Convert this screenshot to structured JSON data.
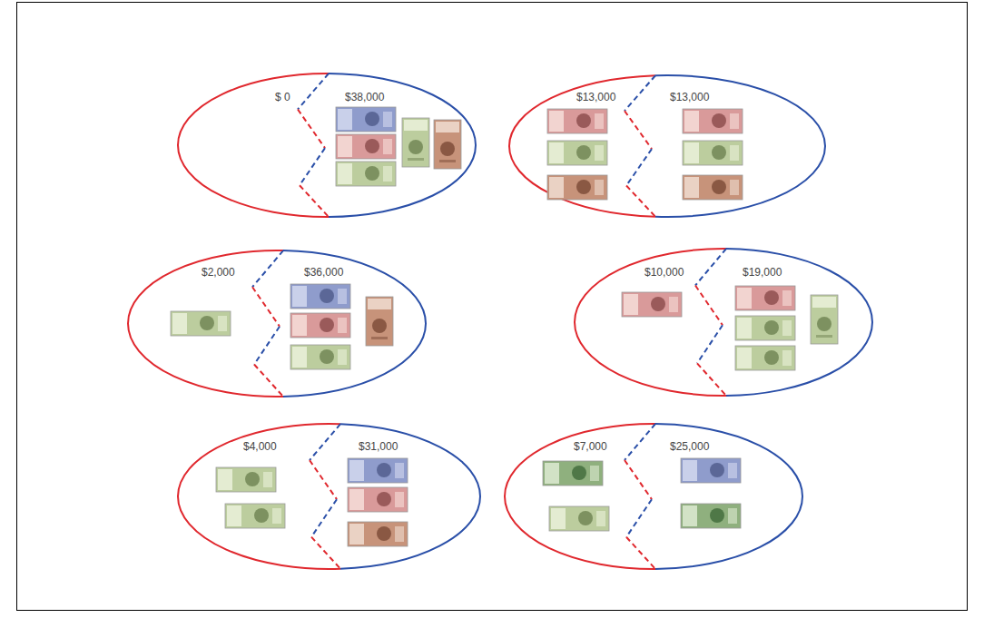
{
  "diagram": {
    "nodes": [
      {
        "text": [
          "$ 0",
          "$38,000"
        ]
      },
      {
        "text": [
          "$13,000",
          "$13,000"
        ]
      },
      {
        "text": [
          "$2,000",
          "$36,000"
        ]
      },
      {
        "text": [
          "$10,000",
          "$19,000"
        ]
      },
      {
        "text": [
          "$4,000",
          "$31,000"
        ]
      },
      {
        "text": [
          "$7,000",
          "$25,000"
        ]
      }
    ]
  }
}
